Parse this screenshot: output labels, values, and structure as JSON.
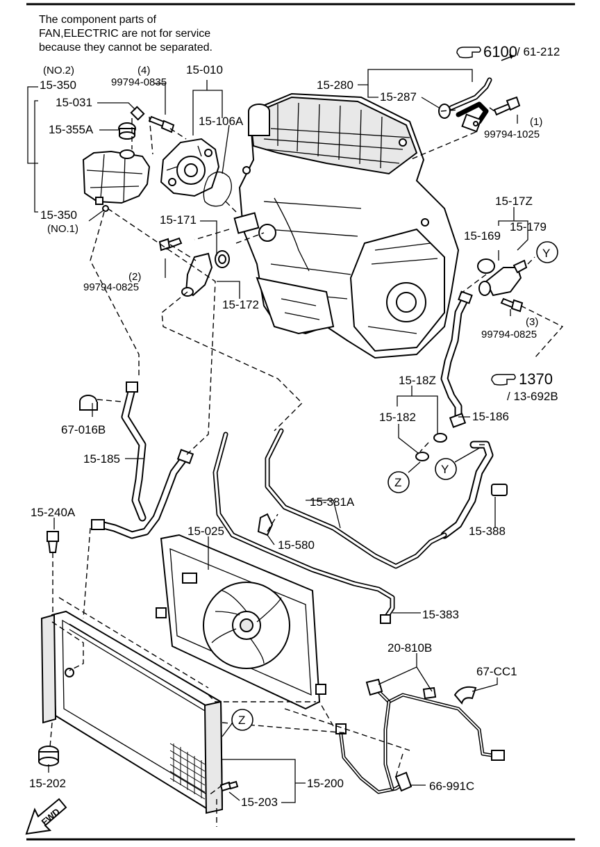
{
  "note": {
    "line1": "The component parts of",
    "line2": "FAN,ELECTRIC are not for service",
    "line3": "because they cannot be separated."
  },
  "refs": {
    "ref_6100_main": "6100",
    "ref_6100_sub": "/ 61-212",
    "ref_1370_main": "1370",
    "ref_1370_sub": "/ 13-692B"
  },
  "labels": {
    "no2": "(NO.2)",
    "p15_350_top": "15-350",
    "p99794_0835_qty": "(4)",
    "p99794_0835": "99794-0835",
    "p15_010": "15-010",
    "p15_031": "15-031",
    "p15_106A": "15-106A",
    "p15_355A": "15-355A",
    "p15_280": "15-280",
    "p15_287": "15-287",
    "p99794_1025_qty": "(1)",
    "p99794_1025": "99794-1025",
    "p15_350_bot": "15-350",
    "no1": "(NO.1)",
    "p15_171": "15-171",
    "p99794_0825_a_qty": "(2)",
    "p99794_0825_a": "99794-0825",
    "p15_172": "15-172",
    "p15_17Z": "15-17Z",
    "p15_169": "15-169",
    "p15_179": "15-179",
    "y_top": "Y",
    "p99794_0825_b_qty": "(3)",
    "p99794_0825_b": "99794-0825",
    "p15_18Z": "15-18Z",
    "p15_182": "15-182",
    "p15_186": "15-186",
    "z_mid": "Z",
    "y_mid": "Y",
    "p67_016B": "67-016B",
    "p15_185": "15-185",
    "p15_381A": "15-381A",
    "p15_240A": "15-240A",
    "p15_388": "15-388",
    "p15_025": "15-025",
    "p15_580": "15-580",
    "p15_383": "15-383",
    "p20_810B": "20-810B",
    "p67_CC1": "67-CC1",
    "z_bot": "Z",
    "p15_202": "15-202",
    "p66_991C": "66-991C",
    "p15_200": "15-200",
    "p15_203": "15-203",
    "fwd": "FWD"
  }
}
